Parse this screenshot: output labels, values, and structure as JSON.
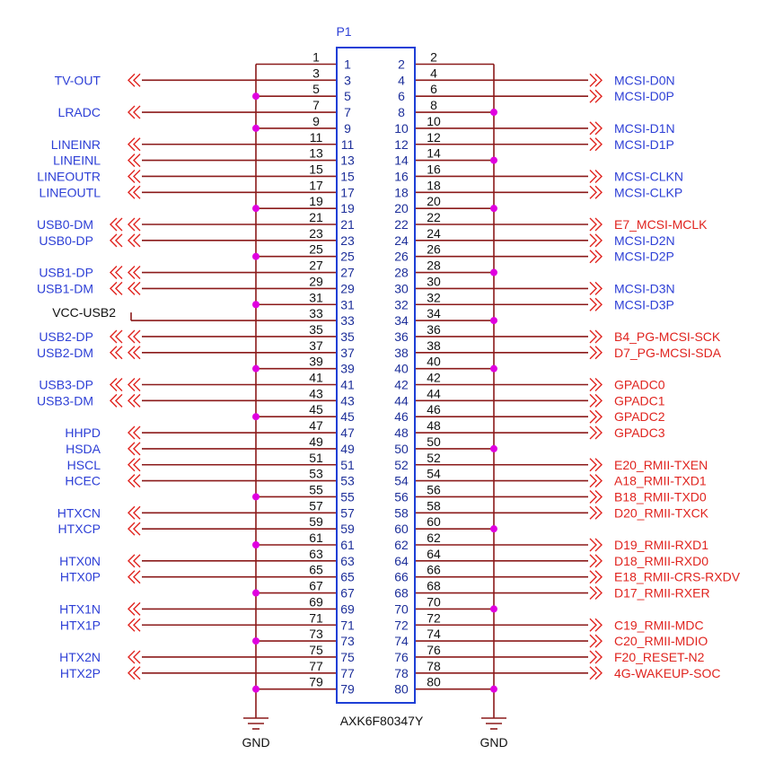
{
  "part": {
    "ref": "P1",
    "value": "AXK6F80347Y"
  },
  "ground_label": "GND",
  "colors": {
    "blue_net": "#2d3fd6",
    "red_net": "#e0241f",
    "wire": "#8b1a1a",
    "junction": "#e000e0",
    "box": "#1e3fd6",
    "pin_number": "#1d2f9a"
  },
  "left_nets": [
    {
      "pin": 3,
      "label": "TV-OUT",
      "style": "single"
    },
    {
      "pin": 7,
      "label": "LRADC",
      "style": "single"
    },
    {
      "pin": 11,
      "label": "LINEINR",
      "style": "single"
    },
    {
      "pin": 13,
      "label": "LINEINL",
      "style": "single"
    },
    {
      "pin": 15,
      "label": "LINEOUTR",
      "style": "single"
    },
    {
      "pin": 17,
      "label": "LINEOUTL",
      "style": "single"
    },
    {
      "pin": 21,
      "label": "USB0-DM",
      "style": "double"
    },
    {
      "pin": 23,
      "label": "USB0-DP",
      "style": "double"
    },
    {
      "pin": 27,
      "label": "USB1-DP",
      "style": "double"
    },
    {
      "pin": 29,
      "label": "USB1-DM",
      "style": "double"
    },
    {
      "pin": 35,
      "label": "USB2-DP",
      "style": "double"
    },
    {
      "pin": 37,
      "label": "USB2-DM",
      "style": "double"
    },
    {
      "pin": 41,
      "label": "USB3-DP",
      "style": "double"
    },
    {
      "pin": 43,
      "label": "USB3-DM",
      "style": "double"
    },
    {
      "pin": 47,
      "label": "HHPD",
      "style": "single"
    },
    {
      "pin": 49,
      "label": "HSDA",
      "style": "single"
    },
    {
      "pin": 51,
      "label": "HSCL",
      "style": "single"
    },
    {
      "pin": 53,
      "label": "HCEC",
      "style": "single"
    },
    {
      "pin": 57,
      "label": "HTXCN",
      "style": "single"
    },
    {
      "pin": 59,
      "label": "HTXCP",
      "style": "single"
    },
    {
      "pin": 63,
      "label": "HTX0N",
      "style": "single"
    },
    {
      "pin": 65,
      "label": "HTX0P",
      "style": "single"
    },
    {
      "pin": 69,
      "label": "HTX1N",
      "style": "single"
    },
    {
      "pin": 71,
      "label": "HTX1P",
      "style": "single"
    },
    {
      "pin": 75,
      "label": "HTX2N",
      "style": "single"
    },
    {
      "pin": 77,
      "label": "HTX2P",
      "style": "single"
    }
  ],
  "power_nets": [
    {
      "pin": 33,
      "label": "VCC-USB2"
    }
  ],
  "left_gnd_pins": [
    1,
    5,
    9,
    19,
    25,
    31,
    39,
    45,
    55,
    61,
    67,
    73,
    79
  ],
  "right_nets": [
    {
      "pin": 4,
      "label": "MCSI-D0N",
      "color": "blue"
    },
    {
      "pin": 6,
      "label": "MCSI-D0P",
      "color": "blue"
    },
    {
      "pin": 10,
      "label": "MCSI-D1N",
      "color": "blue"
    },
    {
      "pin": 12,
      "label": "MCSI-D1P",
      "color": "blue"
    },
    {
      "pin": 16,
      "label": "MCSI-CLKN",
      "color": "blue"
    },
    {
      "pin": 18,
      "label": "MCSI-CLKP",
      "color": "blue"
    },
    {
      "pin": 22,
      "label": "E7_MCSI-MCLK",
      "color": "red"
    },
    {
      "pin": 24,
      "label": "MCSI-D2N",
      "color": "blue"
    },
    {
      "pin": 26,
      "label": "MCSI-D2P",
      "color": "blue"
    },
    {
      "pin": 30,
      "label": "MCSI-D3N",
      "color": "blue"
    },
    {
      "pin": 32,
      "label": "MCSI-D3P",
      "color": "blue"
    },
    {
      "pin": 36,
      "label": "B4_PG-MCSI-SCK",
      "color": "red"
    },
    {
      "pin": 38,
      "label": "D7_PG-MCSI-SDA",
      "color": "red"
    },
    {
      "pin": 42,
      "label": "GPADC0",
      "color": "red"
    },
    {
      "pin": 44,
      "label": "GPADC1",
      "color": "red"
    },
    {
      "pin": 46,
      "label": "GPADC2",
      "color": "red"
    },
    {
      "pin": 48,
      "label": "GPADC3",
      "color": "red"
    },
    {
      "pin": 52,
      "label": "E20_RMII-TXEN",
      "color": "red"
    },
    {
      "pin": 54,
      "label": "A18_RMII-TXD1",
      "color": "red"
    },
    {
      "pin": 56,
      "label": "B18_RMII-TXD0",
      "color": "red"
    },
    {
      "pin": 58,
      "label": "D20_RMII-TXCK",
      "color": "red"
    },
    {
      "pin": 62,
      "label": "D19_RMII-RXD1",
      "color": "red"
    },
    {
      "pin": 64,
      "label": "D18_RMII-RXD0",
      "color": "red"
    },
    {
      "pin": 66,
      "label": "E18_RMII-CRS-RXDV",
      "color": "red"
    },
    {
      "pin": 68,
      "label": "D17_RMII-RXER",
      "color": "red"
    },
    {
      "pin": 72,
      "label": "C19_RMII-MDC",
      "color": "red"
    },
    {
      "pin": 74,
      "label": "C20_RMII-MDIO",
      "color": "red"
    },
    {
      "pin": 76,
      "label": "F20_RESET-N2",
      "color": "red"
    },
    {
      "pin": 78,
      "label": "4G-WAKEUP-SOC",
      "color": "red"
    }
  ],
  "right_gnd_pins": [
    2,
    8,
    14,
    20,
    28,
    34,
    40,
    50,
    60,
    70,
    80
  ]
}
